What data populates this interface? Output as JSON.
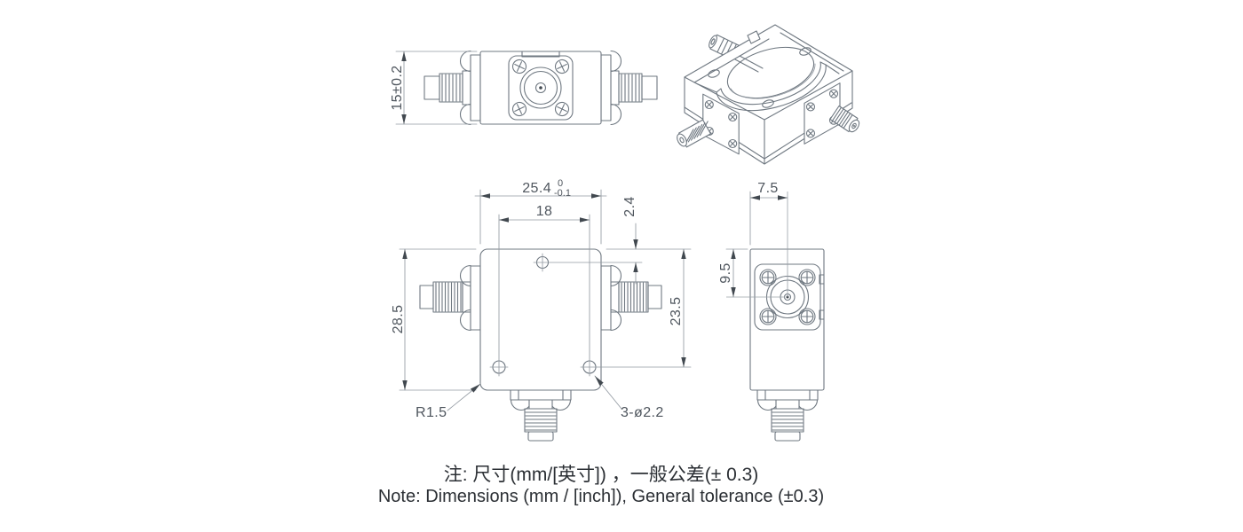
{
  "drawing": {
    "type": "mechanical-engineering-drawing",
    "subject": "coaxial RF isolator with SMA connectors, 4 orthographic/isometric views",
    "colors": {
      "background": "#ffffff",
      "line": "#6f7881",
      "thin_line": "#939aa2",
      "arrow": "#41484f",
      "dim_text": "#4f565e",
      "note_text": "#2b2f34"
    },
    "dimensions": {
      "height_top_view": "15±0.2",
      "width": "25.4",
      "width_tol_upper": "0",
      "width_tol_lower": "-0.1",
      "hole_spacing": "18",
      "top_hole_offset": "2.4",
      "overall_height": "28.5",
      "bottom_hole_height": "23.5",
      "corner_radius": "R1.5",
      "mount_holes": "3-ø2.2",
      "side_center_offset": "7.5",
      "side_vertical_offset": "9.5"
    },
    "notes": {
      "line1": "注: 尺寸(mm/[英寸]) ，一般公差(± 0.3)",
      "line2": "Note: Dimensions (mm / [inch]), General tolerance (±0.3)"
    }
  }
}
